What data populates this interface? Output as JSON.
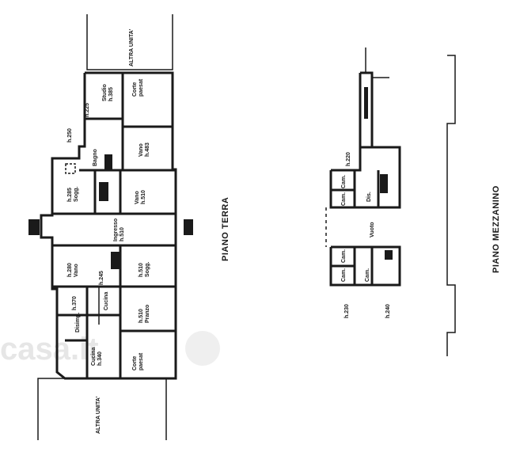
{
  "titles": {
    "ground_floor": "PIANO TERRA",
    "mezzanine": "PIANO MEZZANINO"
  },
  "neighbors": {
    "top": "ALTRA UNITA'",
    "bottom": "ALTRA UNITA'"
  },
  "ground_rooms": {
    "corte_top": "Corte\npaesat",
    "studio": "Studio\nh.385",
    "h225": "h.225",
    "h250": "h.250",
    "vano_483": "Vano\nh.483",
    "bagno": "Bagno",
    "sogg_left": "h.285\nSogg.",
    "vano_510_top": "Vano\nh.510",
    "ingresso": "Ingresso\nh.510",
    "vano_280": "h.280\nVano",
    "h245": "h.245",
    "sogg_right": "h.510\nSogg.",
    "h370": "h.370",
    "cucina": "Cucina",
    "pranzo": "h.510\nPranzo",
    "disimp": "Disimp.",
    "cucina_340": "Cucina\nh.340",
    "corte_bottom": "Corte\npaesat"
  },
  "mezz_rooms": {
    "h220": "h.220",
    "cam_a": "Cam.",
    "cam_b": "Cam.",
    "dis": "Dis.",
    "vuoto": "Vuoto",
    "cam_c": "Cam.",
    "cam_d": "Cam.",
    "cam_e": "Cam.",
    "h230": "h.230",
    "h240": "h.240"
  },
  "watermark": "casa.it"
}
